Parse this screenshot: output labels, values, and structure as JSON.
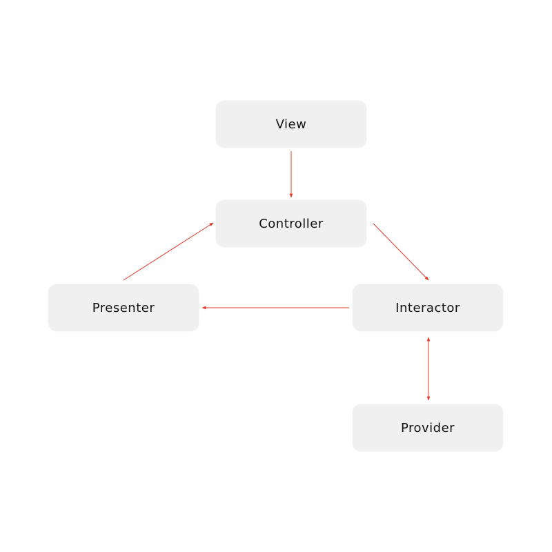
{
  "colors": {
    "edge": "#e8382b",
    "node_fill": "#f0f0f0",
    "background": "#ffffff",
    "text": "#111111"
  },
  "nodes": {
    "view": "View",
    "controller": "Controller",
    "presenter": "Presenter",
    "interactor": "Interactor",
    "provider": "Provider"
  }
}
